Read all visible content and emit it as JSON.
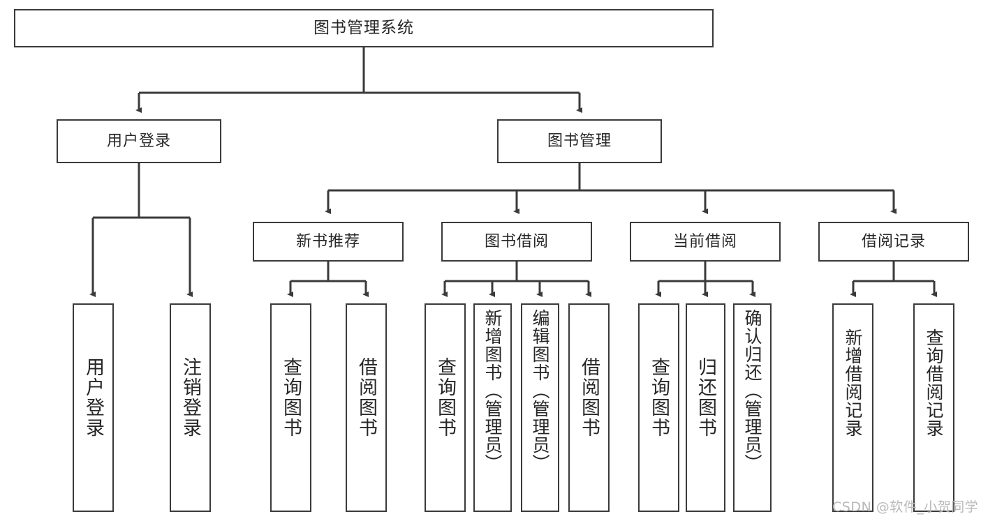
{
  "diagram": {
    "type": "tree-hierarchy-chart",
    "title": "图书管理系统",
    "style": {
      "box_border_color": "#3a3a3a",
      "box_fill": "#ffffff",
      "line_color": "#3a3a3a",
      "text_color": "#262626",
      "background": "#ffffff"
    },
    "levels": {
      "level0": [
        {
          "id": "root",
          "label": "图书管理系统"
        }
      ],
      "level1": [
        {
          "id": "user-login",
          "label": "用户登录"
        },
        {
          "id": "book-manage",
          "label": "图书管理"
        }
      ],
      "level2": [
        {
          "id": "new-book-rec",
          "label": "新书推荐"
        },
        {
          "id": "book-borrow",
          "label": "图书借阅"
        },
        {
          "id": "current-borrow",
          "label": "当前借阅"
        },
        {
          "id": "borrow-record",
          "label": "借阅记录"
        }
      ],
      "level3": [
        {
          "id": "leaf-user-login",
          "label": "用户登录",
          "parent": "user-login"
        },
        {
          "id": "leaf-logout-login",
          "label": "注销登录",
          "parent": "user-login"
        },
        {
          "id": "leaf-query-book-1",
          "label": "查询图书",
          "parent": "new-book-rec"
        },
        {
          "id": "leaf-borrow-book-1",
          "label": "借阅图书",
          "parent": "new-book-rec"
        },
        {
          "id": "leaf-query-book-2",
          "label": "查询图书",
          "parent": "book-borrow"
        },
        {
          "id": "leaf-add-book",
          "label": "新增图书（管理员）",
          "parent": "book-borrow"
        },
        {
          "id": "leaf-edit-book",
          "label": "编辑图书（管理员）",
          "parent": "book-borrow"
        },
        {
          "id": "leaf-borrow-book-2",
          "label": "借阅图书",
          "parent": "book-borrow"
        },
        {
          "id": "leaf-query-book-3",
          "label": "查询图书",
          "parent": "current-borrow"
        },
        {
          "id": "leaf-return-book",
          "label": "归还图书",
          "parent": "current-borrow"
        },
        {
          "id": "leaf-confirm-return",
          "label": "确认归还（管理员）",
          "parent": "current-borrow"
        },
        {
          "id": "leaf-add-record",
          "label": "新增借阅记录",
          "parent": "borrow-record"
        },
        {
          "id": "leaf-query-record",
          "label": "查询借阅记录",
          "parent": "borrow-record"
        }
      ]
    }
  },
  "watermark": {
    "text": "CSDN @软件_小贺同学"
  }
}
